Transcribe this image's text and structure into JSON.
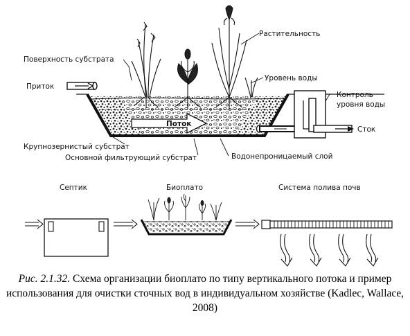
{
  "labels": {
    "vegetation": "Растительность",
    "substrate_surface": "Поверхность субстрата",
    "inflow": "Приток",
    "water_level": "Уровень воды",
    "level_control_1": "Контроль",
    "level_control_2": "уровня воды",
    "flow": "Поток",
    "outflow": "Сток",
    "coarse_substrate": "Крупнозернистый субстрат",
    "main_filter_substrate": "Основной фильтрующий субстрат",
    "impermeable_layer": "Водонепроницаемый слой",
    "septic": "Септик",
    "bioplato": "Биоплато",
    "irrigation_system": "Система полива почв"
  },
  "caption": {
    "lead": "Рис. 2.1.32.",
    "text": " Схема организации биоплато по типу вертикального потока и пример использования для очистки сточных вод в индивидуальном хозяйстве (Kadlec, Wallace, 2008)"
  },
  "colors": {
    "ink": "#111111",
    "background": "#ffffff"
  }
}
